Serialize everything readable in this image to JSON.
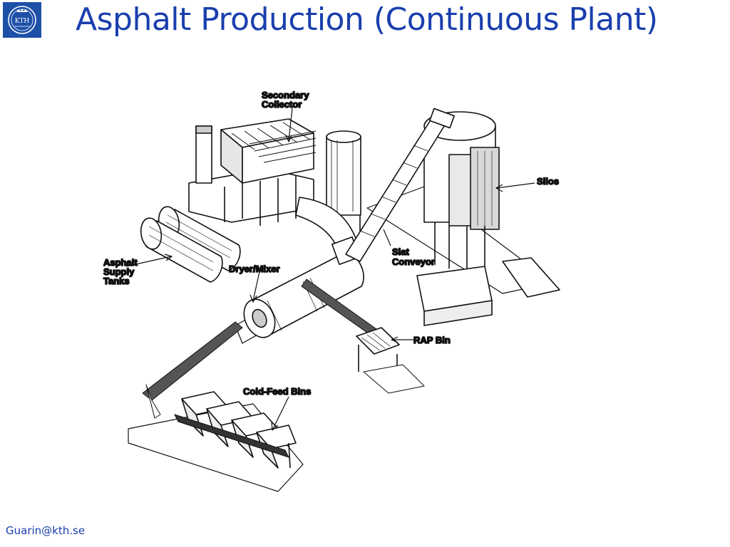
{
  "slide": {
    "title": "Asphalt Production (Continuous Plant)",
    "footer": "Guarin@kth.se",
    "accent_color": "#1a3fae"
  },
  "logo": {
    "icon": "kth-crest-icon",
    "text": "KTH"
  },
  "diagram": {
    "labels": {
      "secondary_collector_line1": "Secondary",
      "secondary_collector_line2": "Collector",
      "silos": "Silos",
      "asphalt_tanks_line1": "Asphalt",
      "asphalt_tanks_line2": "Supply",
      "asphalt_tanks_line3": "Tanks",
      "dryer_mixer": "Dryer/Mixer",
      "slat_conveyor_line1": "Slat",
      "slat_conveyor_line2": "Conveyor",
      "rap_bin": "RAP Bin",
      "cold_feed_bins": "Cold-Feed Bins"
    }
  }
}
